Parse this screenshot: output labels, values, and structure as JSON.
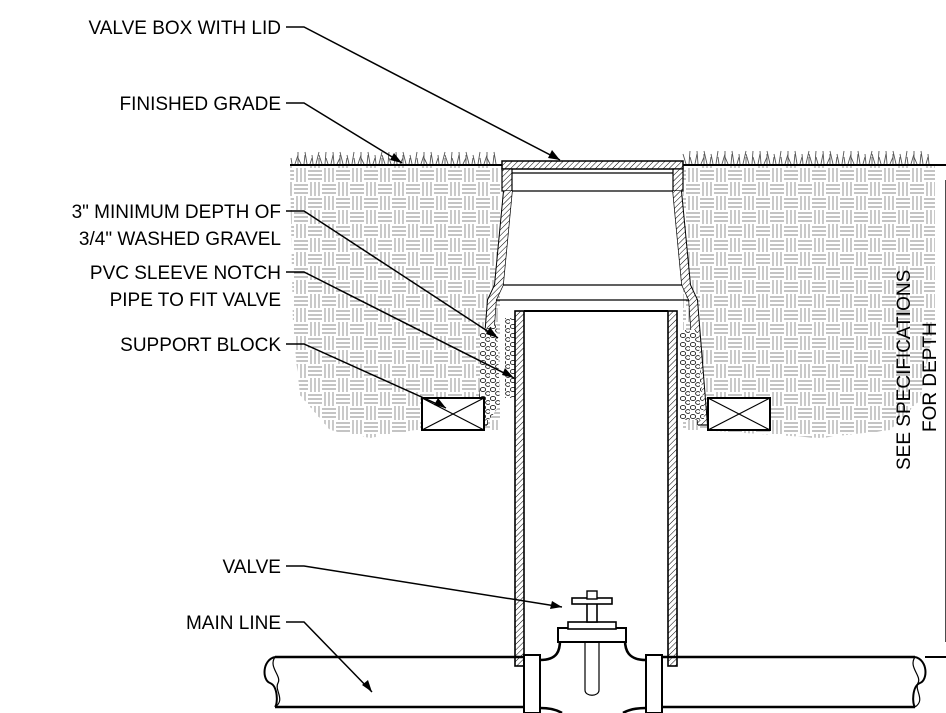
{
  "labels": {
    "valve_box": "VALVE BOX WITH LID",
    "finished_grade": "FINISHED GRADE",
    "gravel_line1": "3\" MINIMUM DEPTH OF",
    "gravel_line2": "3/4\" WASHED GRAVEL",
    "sleeve_line1": "PVC SLEEVE NOTCH",
    "sleeve_line2": "PIPE TO FIT VALVE",
    "support_block": "SUPPORT BLOCK",
    "valve": "VALVE",
    "main_line": "MAIN LINE",
    "depth_line1": "SEE SPECIFICATIONS",
    "depth_line2": "FOR DEPTH"
  }
}
